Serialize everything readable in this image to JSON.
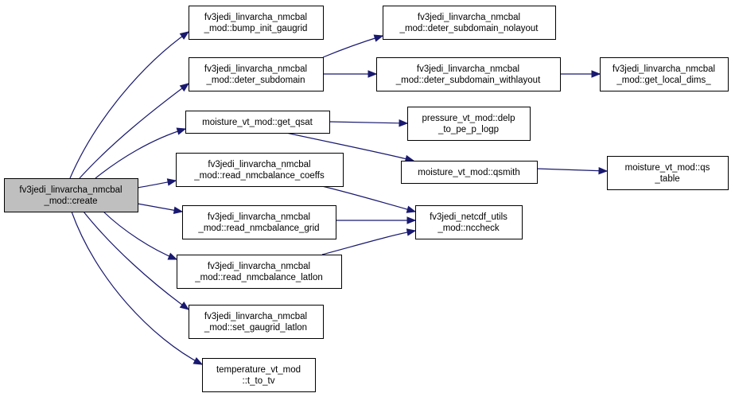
{
  "colors": {
    "edge": "#191970",
    "node_fill": "#ffffff",
    "root_fill": "#bfbfbf",
    "border": "#000000"
  },
  "nodes": [
    {
      "id": "create",
      "root": true,
      "lines": [
        "fv3jedi_linvarcha_nmcbal",
        "_mod::create"
      ]
    },
    {
      "id": "bump_init_gaugrid",
      "lines": [
        "fv3jedi_linvarcha_nmcbal",
        "_mod::bump_init_gaugrid"
      ]
    },
    {
      "id": "deter_subdomain",
      "lines": [
        "fv3jedi_linvarcha_nmcbal",
        "_mod::deter_subdomain"
      ]
    },
    {
      "id": "deter_subdomain_nolayout",
      "lines": [
        "fv3jedi_linvarcha_nmcbal",
        "_mod::deter_subdomain_nolayout"
      ]
    },
    {
      "id": "deter_subdomain_withlayout",
      "lines": [
        "fv3jedi_linvarcha_nmcbal",
        "_mod::deter_subdomain_withlayout"
      ]
    },
    {
      "id": "get_local_dims",
      "lines": [
        "fv3jedi_linvarcha_nmcbal",
        "_mod::get_local_dims_"
      ]
    },
    {
      "id": "get_qsat",
      "lines": [
        "moisture_vt_mod::get_qsat"
      ]
    },
    {
      "id": "delp_to_pe_p_logp",
      "lines": [
        "pressure_vt_mod::delp",
        "_to_pe_p_logp"
      ]
    },
    {
      "id": "qsmith",
      "lines": [
        "moisture_vt_mod::qsmith"
      ]
    },
    {
      "id": "qs_table",
      "lines": [
        "moisture_vt_mod::qs",
        "_table"
      ]
    },
    {
      "id": "read_nmcbalance_coeffs",
      "lines": [
        "fv3jedi_linvarcha_nmcbal",
        "_mod::read_nmcbalance_coeffs"
      ]
    },
    {
      "id": "read_nmcbalance_grid",
      "lines": [
        "fv3jedi_linvarcha_nmcbal",
        "_mod::read_nmcbalance_grid"
      ]
    },
    {
      "id": "nccheck",
      "lines": [
        "fv3jedi_netcdf_utils",
        "_mod::nccheck"
      ]
    },
    {
      "id": "read_nmcbalance_latlon",
      "lines": [
        "fv3jedi_linvarcha_nmcbal",
        "_mod::read_nmcbalance_latlon"
      ]
    },
    {
      "id": "set_gaugrid_latlon",
      "lines": [
        "fv3jedi_linvarcha_nmcbal",
        "_mod::set_gaugrid_latlon"
      ]
    },
    {
      "id": "t_to_tv",
      "lines": [
        "temperature_vt_mod",
        "::t_to_tv"
      ]
    }
  ],
  "edges": [
    {
      "from": "create",
      "to": "bump_init_gaugrid"
    },
    {
      "from": "create",
      "to": "deter_subdomain"
    },
    {
      "from": "create",
      "to": "get_qsat"
    },
    {
      "from": "create",
      "to": "read_nmcbalance_coeffs"
    },
    {
      "from": "create",
      "to": "read_nmcbalance_grid"
    },
    {
      "from": "create",
      "to": "read_nmcbalance_latlon"
    },
    {
      "from": "create",
      "to": "set_gaugrid_latlon"
    },
    {
      "from": "create",
      "to": "t_to_tv"
    },
    {
      "from": "deter_subdomain",
      "to": "deter_subdomain_nolayout"
    },
    {
      "from": "deter_subdomain",
      "to": "deter_subdomain_withlayout"
    },
    {
      "from": "deter_subdomain_withlayout",
      "to": "get_local_dims"
    },
    {
      "from": "get_qsat",
      "to": "delp_to_pe_p_logp"
    },
    {
      "from": "get_qsat",
      "to": "qsmith"
    },
    {
      "from": "qsmith",
      "to": "qs_table"
    },
    {
      "from": "read_nmcbalance_coeffs",
      "to": "nccheck"
    },
    {
      "from": "read_nmcbalance_grid",
      "to": "nccheck"
    },
    {
      "from": "read_nmcbalance_latlon",
      "to": "nccheck"
    }
  ]
}
